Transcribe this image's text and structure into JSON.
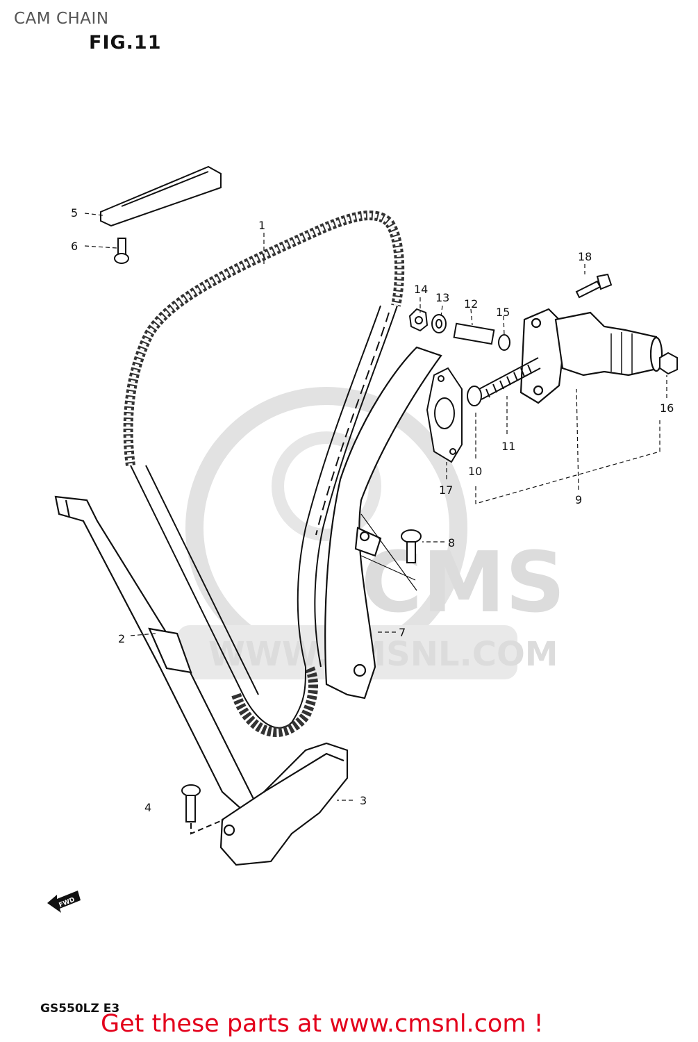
{
  "page": {
    "title": "CAM CHAIN",
    "figure": "FIG.11",
    "model_code": "GS550LZ E3",
    "promo": "Get these parts at www.cmsnl.com !"
  },
  "watermark": {
    "brand": "CMS",
    "url": "WWW.CMSNL.COM"
  },
  "callouts": [
    "1",
    "2",
    "3",
    "4",
    "5",
    "6",
    "7",
    "8",
    "9",
    "10",
    "11",
    "12",
    "13",
    "14",
    "15",
    "16",
    "17",
    "18"
  ],
  "direction_marker": "FWD",
  "colors": {
    "promo": "#e3001b",
    "line": "#111111",
    "watermark": "#dcdcdc"
  }
}
